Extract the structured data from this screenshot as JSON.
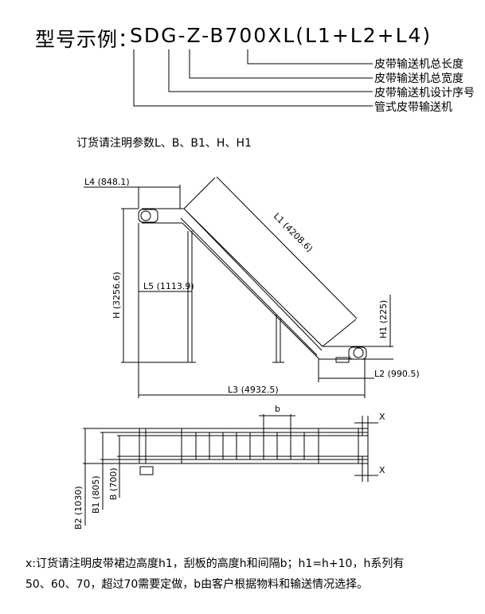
{
  "model": {
    "prefix": "型号示例：",
    "code": "SDG-Z-B700XL(L1+L2+L4)"
  },
  "legend": [
    "皮带输送机总长度",
    "皮带输送机总宽度",
    "皮带输送机设计序号",
    "管式皮带输送机"
  ],
  "order_params": "订货请注明参数L、B、B1、H、H1",
  "dims": {
    "L4": "L4 (848.1)",
    "L1": "L1 (4208.6)",
    "H": "H (3256.6)",
    "L5": "L5 (1113.9)",
    "H1": "H1 (225)",
    "L2": "L2 (990.5)",
    "L3": "L3 (4932.5)",
    "b": "b",
    "X_top": "X",
    "X_bottom": "X",
    "B2": "B2 (1030)",
    "B1": "B1 (805)",
    "B": "B (700)"
  },
  "notes": [
    "x:订货请注明皮带裙边高度h1，刮板的高度h和间隔b；h1=h+10，h系列有",
    "50、60、70，超过70需要定做，b由客户根据物料和输送情况选择。"
  ]
}
